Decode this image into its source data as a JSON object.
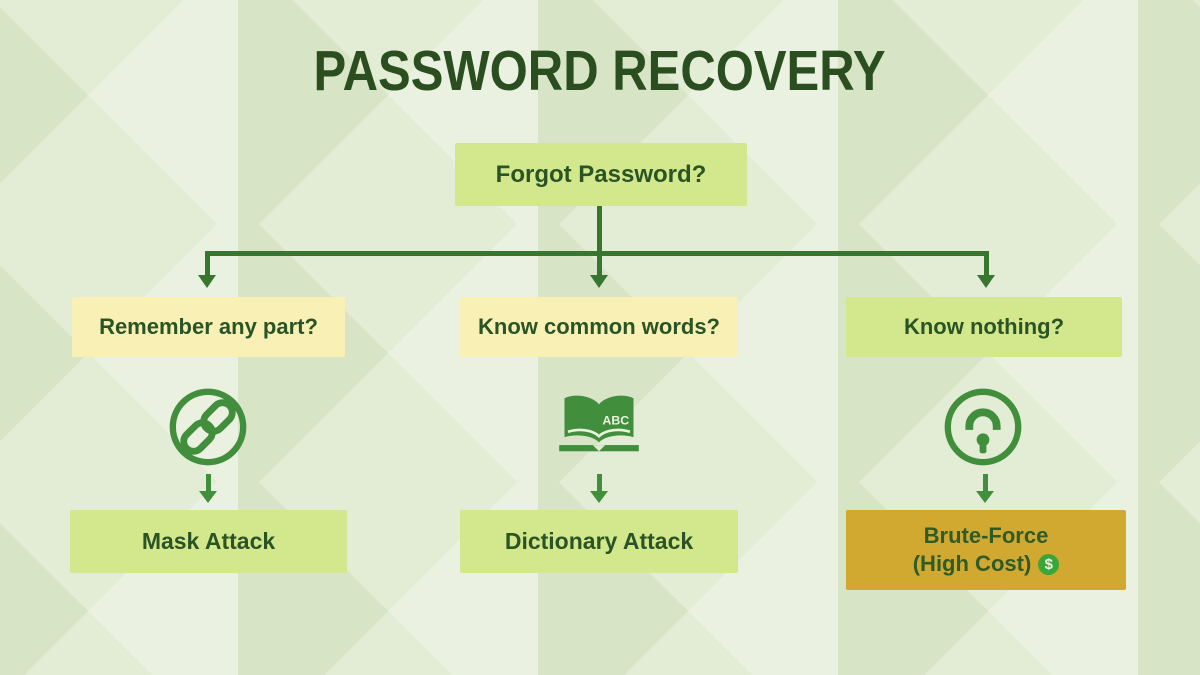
{
  "title": "PASSWORD RECOVERY",
  "root": {
    "label": "Forgot Password?"
  },
  "branches": [
    {
      "question": "Remember any part?",
      "icon": "chain-link-icon",
      "result": "Mask Attack"
    },
    {
      "question": "Know common words?",
      "icon": "open-book-icon",
      "icon_label": "ABC",
      "result": "Dictionary Attack"
    },
    {
      "question": "Know nothing?",
      "icon": "unlock-icon",
      "result_line1": "Brute-Force",
      "result_line2": "(High Cost)",
      "cost_symbol": "$"
    }
  ],
  "colors": {
    "background": "#e1ebd2",
    "title_text": "#2a4e20",
    "box_text": "#2b5426",
    "green_box": "#d3e88c",
    "yellow_box": "#f8f0b5",
    "gold_box": "#d1a930",
    "gold_box_text": "#2f5c26",
    "icon_green": "#418e3c",
    "connector_green": "#38762f",
    "coin_green": "#3aa53a"
  }
}
